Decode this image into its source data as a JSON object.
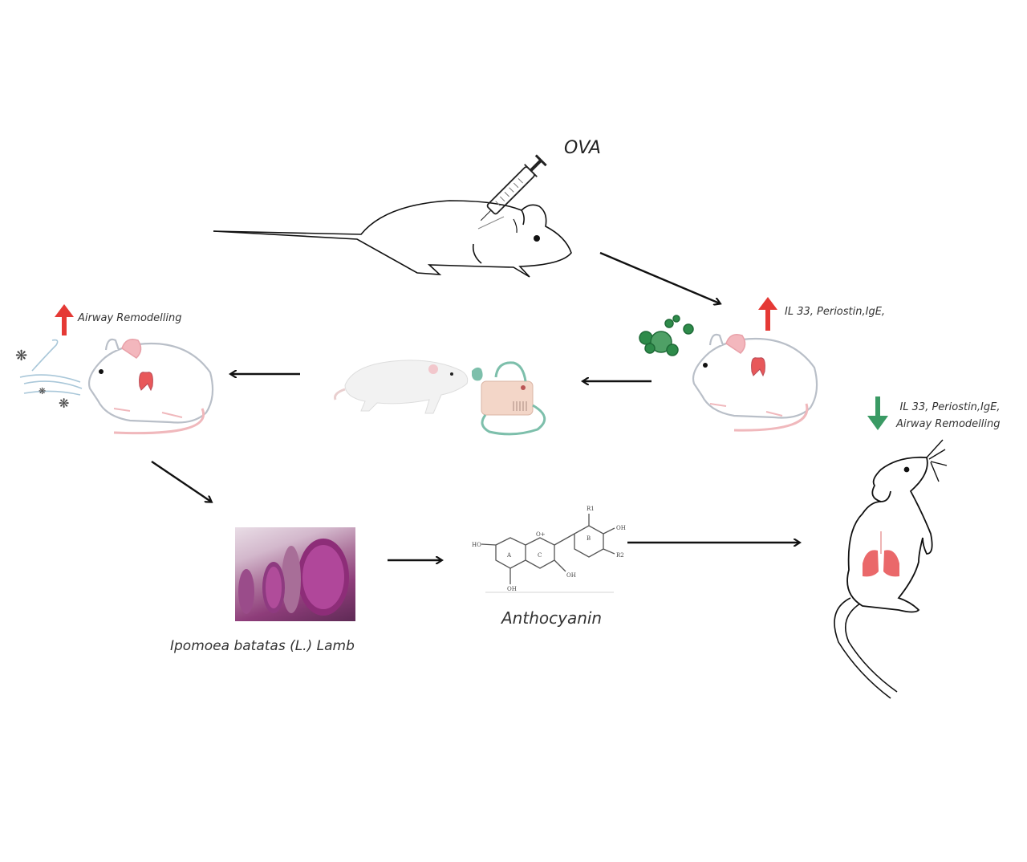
{
  "diagram": {
    "type": "graphical-abstract",
    "labels": {
      "injection": "OVA",
      "sensitized_markers": "IL 33, Periostin,IgE,",
      "challenged_outcome": "Airway Remodelling",
      "treatment_markers_line1": "IL 33, Periostin,IgE,",
      "treatment_markers_line2": "Airway Remodelling",
      "plant": "Ipomoea batatas (L.) Lamb",
      "compound": "Anthocyanin"
    },
    "structure_labels": {
      "ring_a": "A",
      "ring_b": "B",
      "ring_c": "C",
      "oxygen": "O+",
      "ho": "HO",
      "oh_bottom": "OH",
      "oh_c3": "OH",
      "oh_b": "OH",
      "r1": "R1",
      "r2": "R2"
    },
    "indicators": {
      "increase_color": "#e53935",
      "decrease_color": "#3a9a64",
      "allergen_color": "#2e8b4a",
      "lung_color": "#e8585a",
      "nebulizer_color": "#f3d6c8",
      "tube_color": "#7dbfab"
    },
    "flow": [
      {
        "from": "ova-injected-mouse",
        "to": "sensitized-rat"
      },
      {
        "from": "sensitized-rat",
        "to": "nebulizer-rat"
      },
      {
        "from": "nebulizer-rat",
        "to": "challenged-rat"
      },
      {
        "from": "challenged-rat",
        "to": "sweet-potato"
      },
      {
        "from": "sweet-potato",
        "to": "anthocyanin"
      },
      {
        "from": "anthocyanin",
        "to": "treated-rat"
      }
    ]
  }
}
